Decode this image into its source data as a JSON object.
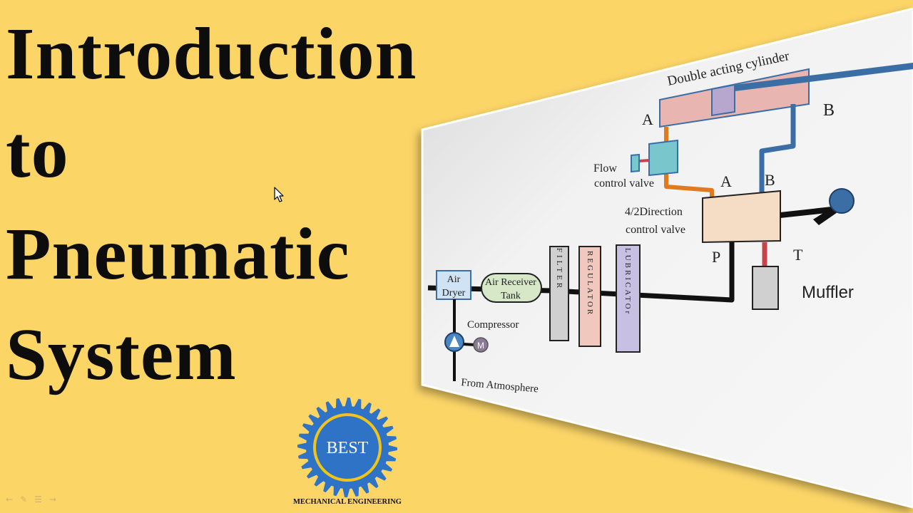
{
  "title": {
    "line1": "Introduction",
    "line2": "to",
    "line3": "Pneumatic",
    "line4": "System"
  },
  "logo": {
    "text": "BEST",
    "subtitle": "MECHANICAL ENGINEERING",
    "gear_color": "#2f73c6",
    "ring_color": "#f2c318"
  },
  "diagram": {
    "cylinder_label": "Double acting cylinder",
    "port_a_top": "A",
    "port_b_top": "B",
    "flow_valve_line1": "Flow",
    "flow_valve_line2": "control valve",
    "dcv_port_a": "A",
    "dcv_port_b": "B",
    "dcv_line1": "4/2Direction",
    "dcv_line2": "control valve",
    "port_p": "P",
    "port_t": "T",
    "muffler": "Muffler",
    "air_dryer_line1": "Air",
    "air_dryer_line2": "Dryer",
    "receiver_line1": "Air Receiver",
    "receiver_line2": "Tank",
    "filter": "FILTER",
    "regulator": "REGULATOR",
    "lubricator": "LUBRICATOr",
    "compressor": "Compressor",
    "motor": "M",
    "atmosphere": "From Atmosphere"
  },
  "colors": {
    "background": "#fcd567",
    "pipe_blue": "#3a6ea5",
    "pipe_orange": "#e07a1f",
    "cylinder": "#e9b5b0",
    "piston": "#b7a7cf"
  },
  "cursor_icon": "arrow-cursor-icon",
  "player_icons": [
    "back-arrow-icon",
    "pen-icon",
    "menu-icon",
    "forward-icon"
  ]
}
